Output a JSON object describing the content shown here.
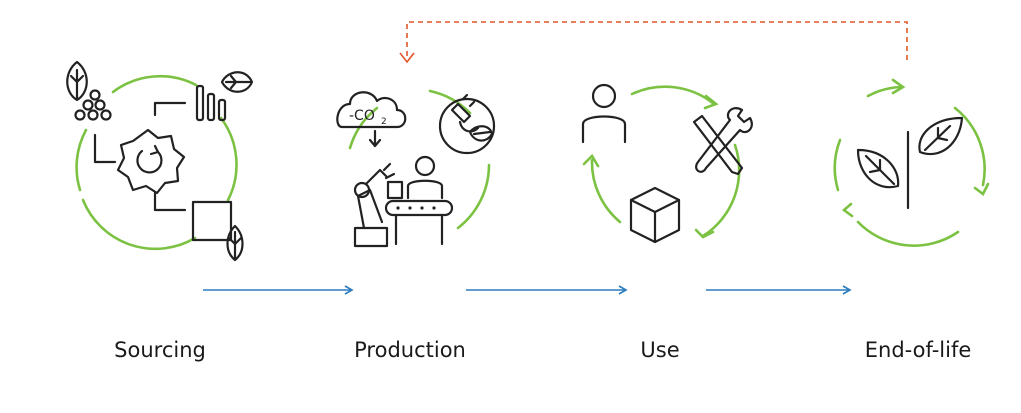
{
  "stages": [
    {
      "label": "Sourcing"
    },
    {
      "label": "Production"
    },
    {
      "label": "Use"
    },
    {
      "label": "End-of-life"
    }
  ],
  "icons": {
    "sourcing": [
      "leaf-icon",
      "pellets-icon",
      "bar-chart-icon",
      "gear-icon",
      "box-icon"
    ],
    "production": [
      "co2-cloud-icon",
      "robot-arm-icon",
      "worker-icon",
      "conveyor-icon",
      "plug-leaf-icon"
    ],
    "use": [
      "user-icon",
      "tools-icon",
      "package-cube-icon"
    ],
    "end_of_life": [
      "sprout-leaves-icon"
    ]
  },
  "production_co2_text": "-CO",
  "production_co2_sub": "2",
  "colors": {
    "cycle": "#7cc242",
    "flow_arrow": "#2b7bbd",
    "return_arrow": "#e0562a",
    "ink": "#222222"
  }
}
